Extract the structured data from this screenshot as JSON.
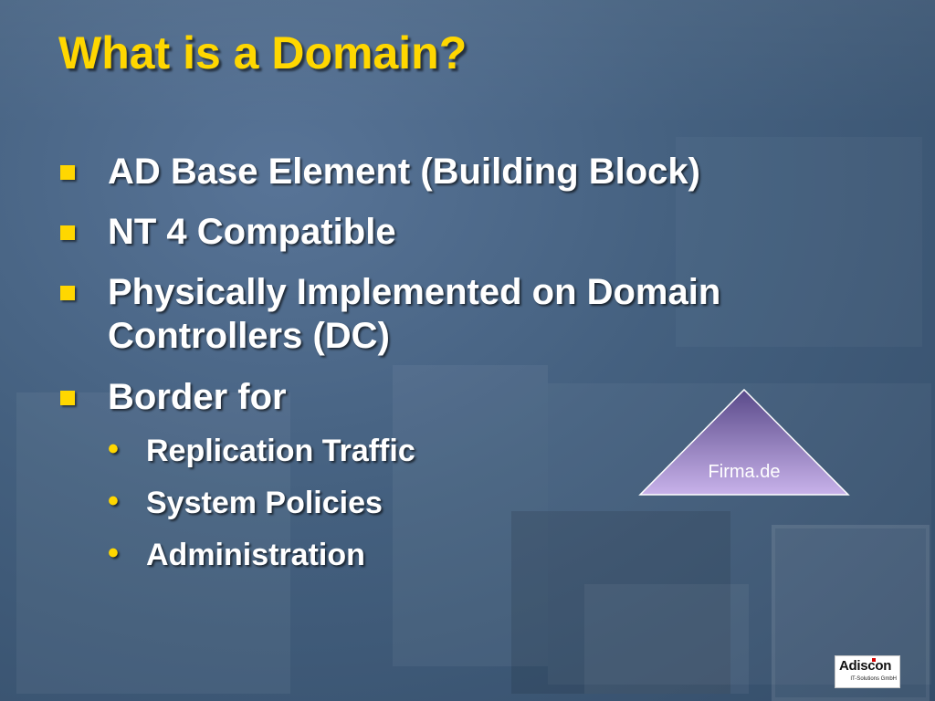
{
  "slide": {
    "title": "What is a Domain?",
    "bullets": [
      {
        "lines": [
          "AD Base Element (Building Block)"
        ]
      },
      {
        "lines": [
          "NT 4 Compatible"
        ]
      },
      {
        "lines": [
          "Physically Implemented on Domain",
          "Controllers (DC)"
        ]
      },
      {
        "lines": [
          "Border for"
        ]
      }
    ],
    "sub_bullets": [
      "Replication Traffic",
      "System Policies",
      "Administration"
    ],
    "sub_bullet_glyph": "•",
    "diagram": {
      "label": "Firma.de",
      "fill_top": "#5a4a8a",
      "fill_bottom": "#c8b2ea",
      "stroke": "#ffffff"
    },
    "logo": {
      "name": "Adiscon",
      "tagline": "IT-Solutions GmbH"
    }
  },
  "colors": {
    "title": "#ffd700",
    "bullet_square": "#ffd700",
    "text": "#ffffff",
    "background": "#3f5a7a"
  }
}
